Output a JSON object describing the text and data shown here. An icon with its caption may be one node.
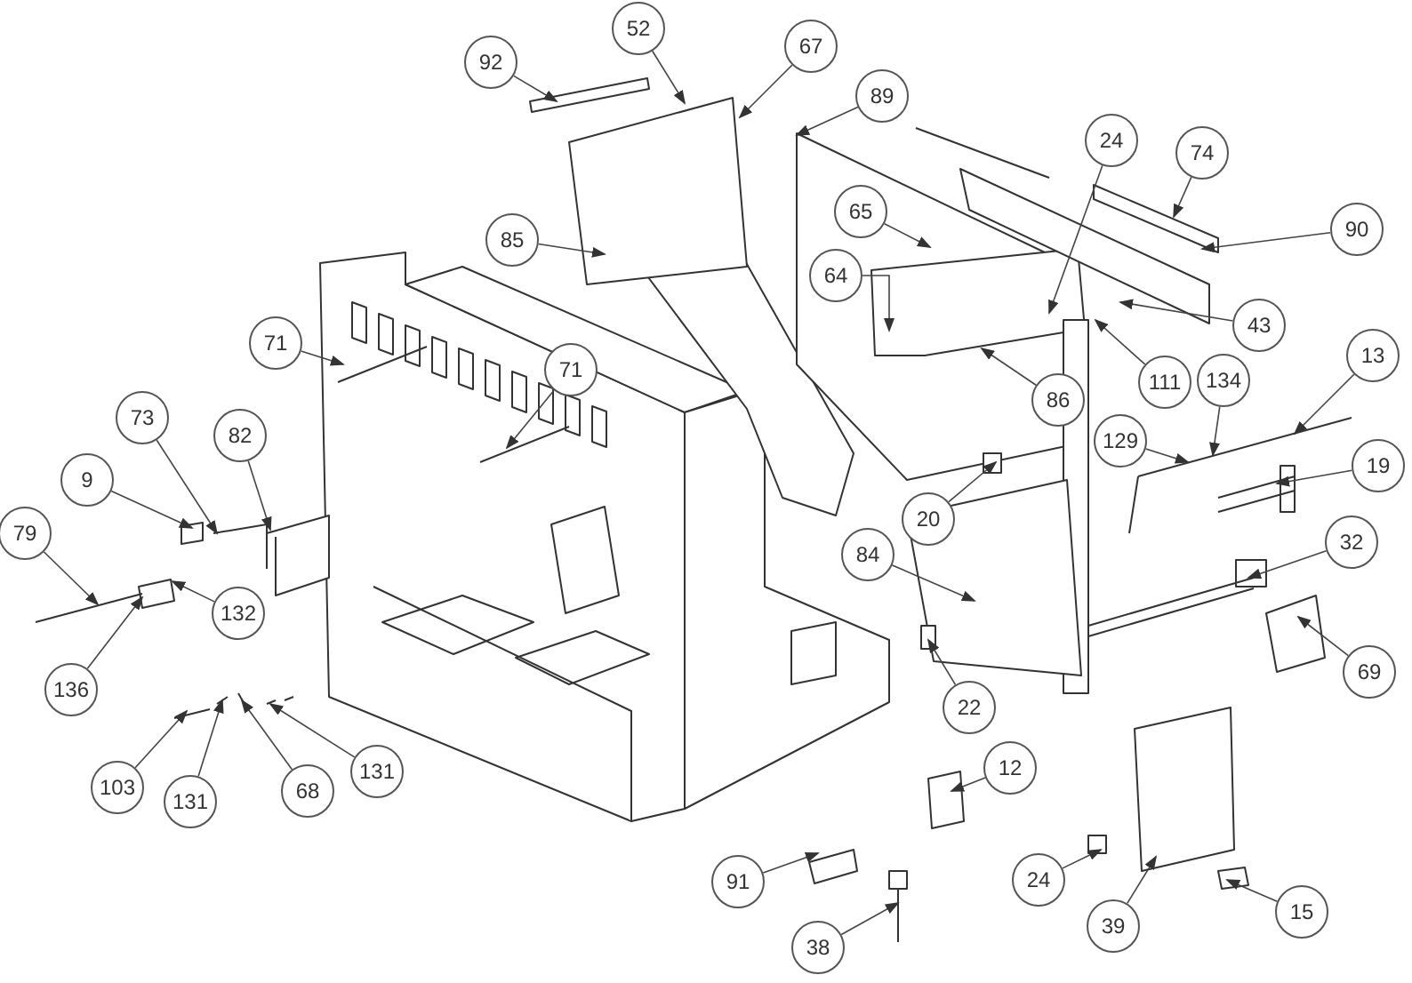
{
  "diagram": {
    "nodes": [
      {
        "text": [
          "92"
        ]
      },
      {
        "text": [
          "52"
        ]
      },
      {
        "text": [
          "67"
        ]
      },
      {
        "text": [
          "89"
        ]
      },
      {
        "text": [
          "24"
        ]
      },
      {
        "text": [
          "74"
        ]
      },
      {
        "text": [
          "85"
        ]
      },
      {
        "text": [
          "65"
        ]
      },
      {
        "text": [
          "90"
        ]
      },
      {
        "text": [
          "64"
        ]
      },
      {
        "text": [
          "43"
        ]
      },
      {
        "text": [
          "71"
        ]
      },
      {
        "text": [
          "71"
        ]
      },
      {
        "text": [
          "111"
        ]
      },
      {
        "text": [
          "73"
        ]
      },
      {
        "text": [
          "82"
        ]
      },
      {
        "text": [
          "86"
        ]
      },
      {
        "text": [
          "134"
        ]
      },
      {
        "text": [
          "13"
        ]
      },
      {
        "text": [
          "129"
        ]
      },
      {
        "text": [
          "9"
        ]
      },
      {
        "text": [
          "20"
        ]
      },
      {
        "text": [
          "19"
        ]
      },
      {
        "text": [
          "84"
        ]
      },
      {
        "text": [
          "32"
        ]
      },
      {
        "text": [
          "79"
        ]
      },
      {
        "text": [
          "136"
        ]
      },
      {
        "text": [
          "132"
        ]
      },
      {
        "text": [
          "69"
        ]
      },
      {
        "text": [
          "22"
        ]
      },
      {
        "text": [
          "103"
        ]
      },
      {
        "text": [
          "131"
        ]
      },
      {
        "text": [
          "68"
        ]
      },
      {
        "text": [
          "131"
        ]
      },
      {
        "text": [
          "12"
        ]
      },
      {
        "text": [
          "91"
        ]
      },
      {
        "text": [
          "24"
        ]
      },
      {
        "text": [
          "39"
        ]
      },
      {
        "text": [
          "15"
        ]
      },
      {
        "text": [
          "38"
        ]
      }
    ],
    "edges": [
      {
        "from": 0,
        "to": null,
        "arrow": "to"
      },
      {
        "from": 1,
        "to": null,
        "arrow": "to"
      },
      {
        "from": 2,
        "to": null,
        "arrow": "to"
      },
      {
        "from": 3,
        "to": null,
        "arrow": "to"
      },
      {
        "from": 4,
        "to": null,
        "arrow": "to"
      },
      {
        "from": 5,
        "to": null,
        "arrow": "to"
      },
      {
        "from": 6,
        "to": null,
        "arrow": "to"
      },
      {
        "from": 7,
        "to": null,
        "arrow": "to"
      },
      {
        "from": 8,
        "to": null,
        "arrow": "to"
      },
      {
        "from": 9,
        "to": null,
        "arrow": "to"
      },
      {
        "from": 10,
        "to": null,
        "arrow": "to"
      },
      {
        "from": 11,
        "to": null,
        "arrow": "to"
      },
      {
        "from": 12,
        "to": null,
        "arrow": "to"
      },
      {
        "from": 13,
        "to": null,
        "arrow": "to"
      },
      {
        "from": 14,
        "to": null,
        "arrow": "to"
      },
      {
        "from": 15,
        "to": null,
        "arrow": "to"
      },
      {
        "from": 16,
        "to": null,
        "arrow": "to"
      },
      {
        "from": 17,
        "to": null,
        "arrow": "to"
      },
      {
        "from": 18,
        "to": null,
        "arrow": "to"
      },
      {
        "from": 19,
        "to": null,
        "arrow": "to"
      },
      {
        "from": 20,
        "to": null,
        "arrow": "to"
      },
      {
        "from": 21,
        "to": null,
        "arrow": "to"
      },
      {
        "from": 22,
        "to": null,
        "arrow": "to"
      },
      {
        "from": 23,
        "to": null,
        "arrow": "to"
      },
      {
        "from": 24,
        "to": null,
        "arrow": "to"
      },
      {
        "from": 25,
        "to": null,
        "arrow": "to"
      },
      {
        "from": 26,
        "to": null,
        "arrow": "to"
      },
      {
        "from": 27,
        "to": null,
        "arrow": "to"
      },
      {
        "from": 28,
        "to": null,
        "arrow": "to"
      },
      {
        "from": 29,
        "to": null,
        "arrow": "to"
      },
      {
        "from": 30,
        "to": null,
        "arrow": "to"
      },
      {
        "from": 31,
        "to": null,
        "arrow": "to"
      },
      {
        "from": 32,
        "to": null,
        "arrow": "to"
      },
      {
        "from": 33,
        "to": null,
        "arrow": "to"
      },
      {
        "from": 34,
        "to": null,
        "arrow": "to"
      },
      {
        "from": 35,
        "to": null,
        "arrow": "to"
      },
      {
        "from": 36,
        "to": null,
        "arrow": "to"
      },
      {
        "from": 37,
        "to": null,
        "arrow": "to"
      },
      {
        "from": 38,
        "to": null,
        "arrow": "to"
      },
      {
        "from": 39,
        "to": null,
        "arrow": "to"
      }
    ]
  }
}
